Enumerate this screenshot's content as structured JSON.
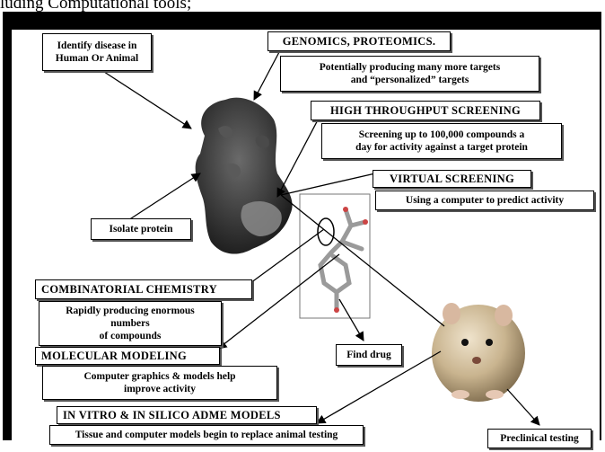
{
  "caption": "luding Computational tools;",
  "labels": {
    "identify_disease": [
      "Identify disease in",
      "Human Or Animal"
    ],
    "genomics": "GENOMICS, PROTEOMICS.",
    "genomics_desc": [
      "Potentially producing many more targets",
      "and “personalized” targets"
    ],
    "hts": "HIGH THROUGHPUT SCREENING",
    "hts_desc": [
      "Screening up to 100,000 compounds a",
      "day for activity against a target protein"
    ],
    "virtual_screening": "VIRTUAL SCREENING",
    "virtual_screening_desc": "Using a computer to predict activity",
    "isolate_protein": "Isolate protein",
    "combinatorial": "COMBINATORIAL CHEMISTRY",
    "combinatorial_desc": [
      "Rapidly producing enormous",
      "numbers",
      "of compounds"
    ],
    "molecular_modeling": "MOLECULAR MODELING",
    "molecular_modeling_desc": [
      "Computer graphics & models help",
      "improve activity"
    ],
    "find_drug": "Find drug",
    "adme": "IN VITRO & IN SILICO ADME MODELS",
    "adme_desc": "Tissue and computer models begin to replace animal testing",
    "preclinical": "Preclinical testing"
  },
  "colors": {
    "frame": "#000000",
    "protein_dark": "#3a3a3a",
    "protein_light": "#8a8a8a",
    "hamster": "#c9b48f",
    "drug_sticks": "#9a9a9a"
  }
}
